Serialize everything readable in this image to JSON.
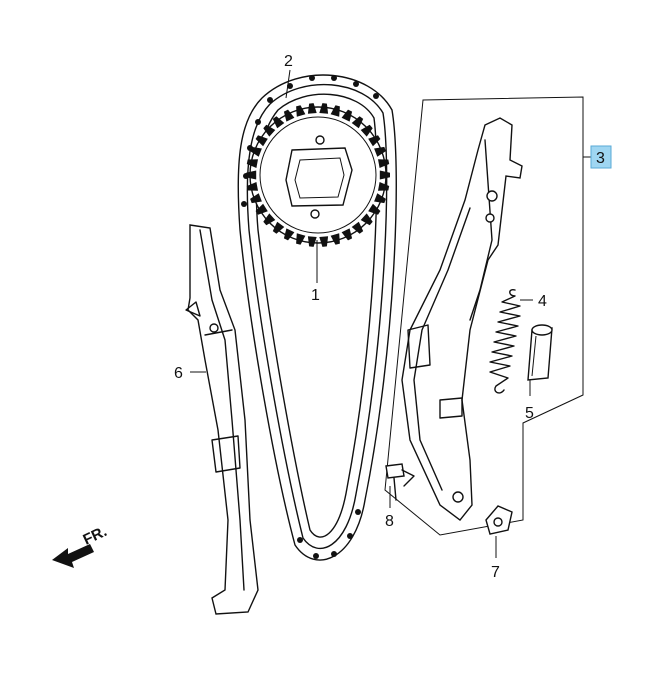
{
  "callouts": {
    "c1": "1",
    "c2": "2",
    "c3": "3",
    "c4": "4",
    "c5": "5",
    "c6": "6",
    "c7": "7",
    "c8": "8"
  },
  "direction_marker": {
    "label": "FR."
  },
  "highlight_color": "#9fd6f2"
}
